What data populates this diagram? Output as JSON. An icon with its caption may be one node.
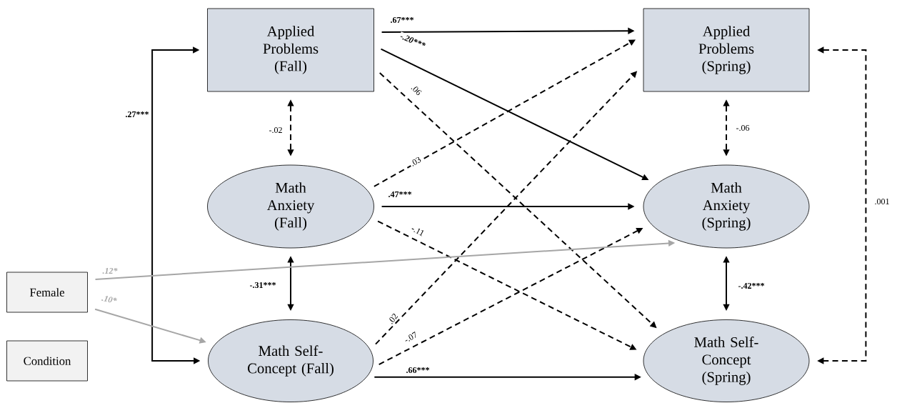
{
  "diagram": {
    "nodes": [
      {
        "text": [
          "Applied Problems (Fall)"
        ]
      },
      {
        "text": [
          "Math Anxiety (Fall)"
        ]
      },
      {
        "text": [
          "Math Self-Concept (Fall)"
        ]
      },
      {
        "text": [
          "Applied Problems (Spring)"
        ]
      },
      {
        "text": [
          "Math Anxiety (Spring)"
        ]
      },
      {
        "text": [
          "Math Self-Concept (Spring)"
        ]
      },
      {
        "text": [
          "Female"
        ]
      },
      {
        "text": [
          "Condition"
        ]
      }
    ],
    "edges": [
      {
        "from": 0,
        "to": 2,
        "arrow": "both",
        "label": ".27***"
      },
      {
        "from": 0,
        "to": 3,
        "arrow": "to",
        "label": ".67***"
      },
      {
        "from": 0,
        "to": 4,
        "arrow": "to",
        "label": "-.20***"
      },
      {
        "from": 0,
        "to": 5,
        "arrow": "to",
        "label": ".06",
        "style": "dashed"
      },
      {
        "from": 0,
        "to": 1,
        "arrow": "both",
        "label": "-.02",
        "style": "dashed"
      },
      {
        "from": 1,
        "to": 3,
        "arrow": "to",
        "label": ".03",
        "style": "dashed"
      },
      {
        "from": 1,
        "to": 4,
        "arrow": "to",
        "label": ".47***"
      },
      {
        "from": 1,
        "to": 5,
        "arrow": "to",
        "label": "-.11",
        "style": "dashed"
      },
      {
        "from": 1,
        "to": 2,
        "arrow": "both",
        "label": "-.31***"
      },
      {
        "from": 2,
        "to": 3,
        "arrow": "to",
        "label": ".02",
        "style": "dashed"
      },
      {
        "from": 2,
        "to": 4,
        "arrow": "to",
        "label": "-.07",
        "style": "dashed"
      },
      {
        "from": 2,
        "to": 5,
        "arrow": "to",
        "label": ".66***"
      },
      {
        "from": 3,
        "to": 4,
        "arrow": "both",
        "label": "-.06",
        "style": "dashed"
      },
      {
        "from": 4,
        "to": 5,
        "arrow": "both",
        "label": "-.42***"
      },
      {
        "from": 3,
        "to": 5,
        "arrow": "both",
        "label": ".001",
        "style": "dashed"
      },
      {
        "from": 6,
        "to": 4,
        "arrow": "to",
        "label": ".12*",
        "color": "#a6a6a6"
      },
      {
        "from": 6,
        "to": 2,
        "arrow": "to",
        "label": ".10*",
        "color": "#a6a6a6"
      }
    ]
  }
}
